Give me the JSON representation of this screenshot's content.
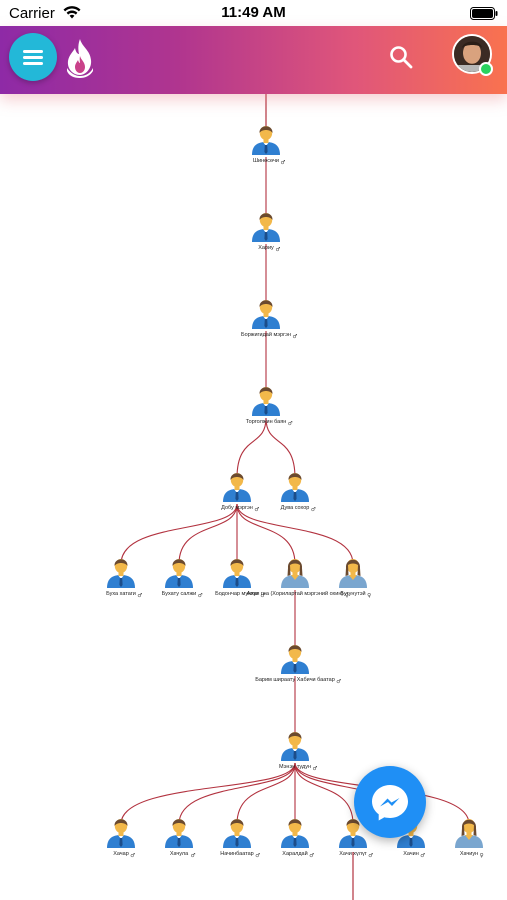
{
  "status_bar": {
    "carrier": "Carrier",
    "time": "11:49 AM"
  },
  "header": {
    "menu_icon": "hamburger-menu-icon",
    "logo_icon": "flame-logo-icon",
    "search_icon": "search-icon",
    "avatar": "user-avatar",
    "online_status_color": "#29d35f",
    "gradient_colors": [
      "#8e2aa6",
      "#f9724f"
    ],
    "menu_button_color": "#23b8d8"
  },
  "tree": {
    "line_color": "#b2323f",
    "male_shirt_color": "#2f7fd1",
    "female_shirt_color": "#7aa6cf",
    "hair_color": "#6b4a2f",
    "skin_color": "#f2b84a",
    "nodes": [
      {
        "id": "n1",
        "name": "Шинөсөчи",
        "sex": "♂",
        "gender": "male"
      },
      {
        "id": "n2",
        "name": "Хариу",
        "sex": "♂",
        "gender": "male"
      },
      {
        "id": "n3",
        "name": "Боржигидай мэргэн",
        "sex": "♂",
        "gender": "male"
      },
      {
        "id": "n4",
        "name": "Торголжин баян",
        "sex": "♂",
        "gender": "male"
      },
      {
        "id": "n5",
        "name": "Добу мэргэн",
        "sex": "♂",
        "gender": "male"
      },
      {
        "id": "n6",
        "name": "Дува сохор",
        "sex": "♂",
        "gender": "male"
      },
      {
        "id": "n7",
        "name": "Буха хатаги",
        "sex": "♂",
        "gender": "male"
      },
      {
        "id": "n8",
        "name": "Бухату салжи",
        "sex": "♂",
        "gender": "male"
      },
      {
        "id": "n9",
        "name": "Бодончар мунхаг",
        "sex": "♂",
        "gender": "male"
      },
      {
        "id": "n10",
        "name": "Алун гоа (Хорилартай мэргэний охин)",
        "sex": "♀",
        "gender": "female"
      },
      {
        "id": "n11",
        "name": "Бугунутэй",
        "sex": "♀",
        "gender": "female"
      },
      {
        "id": "n12",
        "name": "Барим шираату Хабичи баатар",
        "sex": "♂",
        "gender": "male"
      },
      {
        "id": "n13",
        "name": "Мэнэн тудун",
        "sex": "♂",
        "gender": "male"
      },
      {
        "id": "n14",
        "name": "Хачар",
        "sex": "♂",
        "gender": "male"
      },
      {
        "id": "n15",
        "name": "Хачула",
        "sex": "♂",
        "gender": "male"
      },
      {
        "id": "n16",
        "name": "Начинбаатар",
        "sex": "♂",
        "gender": "male"
      },
      {
        "id": "n17",
        "name": "Харалдай",
        "sex": "♂",
        "gender": "male"
      },
      {
        "id": "n18",
        "name": "Хачи хүлүг",
        "sex": "♂",
        "gender": "male"
      },
      {
        "id": "n19",
        "name": "Хачин",
        "sex": "♂",
        "gender": "male"
      },
      {
        "id": "n20",
        "name": "Хачиун",
        "sex": "♀",
        "gender": "female"
      }
    ]
  },
  "fab": {
    "icon": "messenger-icon",
    "color": "#1f8ff5"
  }
}
